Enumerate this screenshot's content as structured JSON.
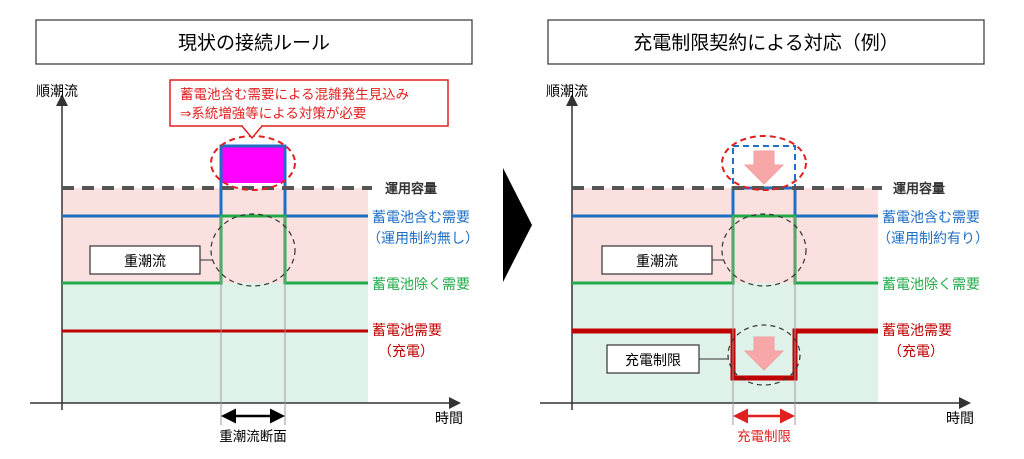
{
  "left": {
    "title": "現状の接続ルール",
    "y_axis_label": "順潮流",
    "x_axis_label": "時間",
    "callout": {
      "line1": "蓄電池含む需要による混雑発生見込み",
      "line2": "⇒系統増強等による対策が必要"
    },
    "capacity_label": "運用容量",
    "demand_with_battery_label": "蓄電池含む需要",
    "demand_with_battery_sub": "（運用制約無し）",
    "demand_without_battery_label": "蓄電池除く需要",
    "battery_demand_label": "蓄電池需要",
    "battery_demand_sub": "（充電）",
    "box_label": "重潮流",
    "section_label": "重潮流断面"
  },
  "right": {
    "title": "充電制限契約による対応（例）",
    "y_axis_label": "順潮流",
    "x_axis_label": "時間",
    "capacity_label": "運用容量",
    "demand_with_battery_label": "蓄電池含む需要",
    "demand_with_battery_sub": "（運用制約有り）",
    "demand_without_battery_label": "蓄電池除く需要",
    "battery_demand_label": "蓄電池需要",
    "battery_demand_sub": "（充電）",
    "box_label": "重潮流",
    "charge_limit_box_label": "充電制限",
    "section_label": "充電制限"
  },
  "colors": {
    "pink_band": "#fbe0e0",
    "green_band": "#dff2ea",
    "blue": "#1f6fc5",
    "green": "#22aa4a",
    "red": "#c00000",
    "magenta": "#ff00ff",
    "callout_red": "#e02020",
    "dash_gray": "#555555",
    "arrow_fill": "#f7a7a7",
    "arrow_stroke": "#f2a0a0"
  }
}
